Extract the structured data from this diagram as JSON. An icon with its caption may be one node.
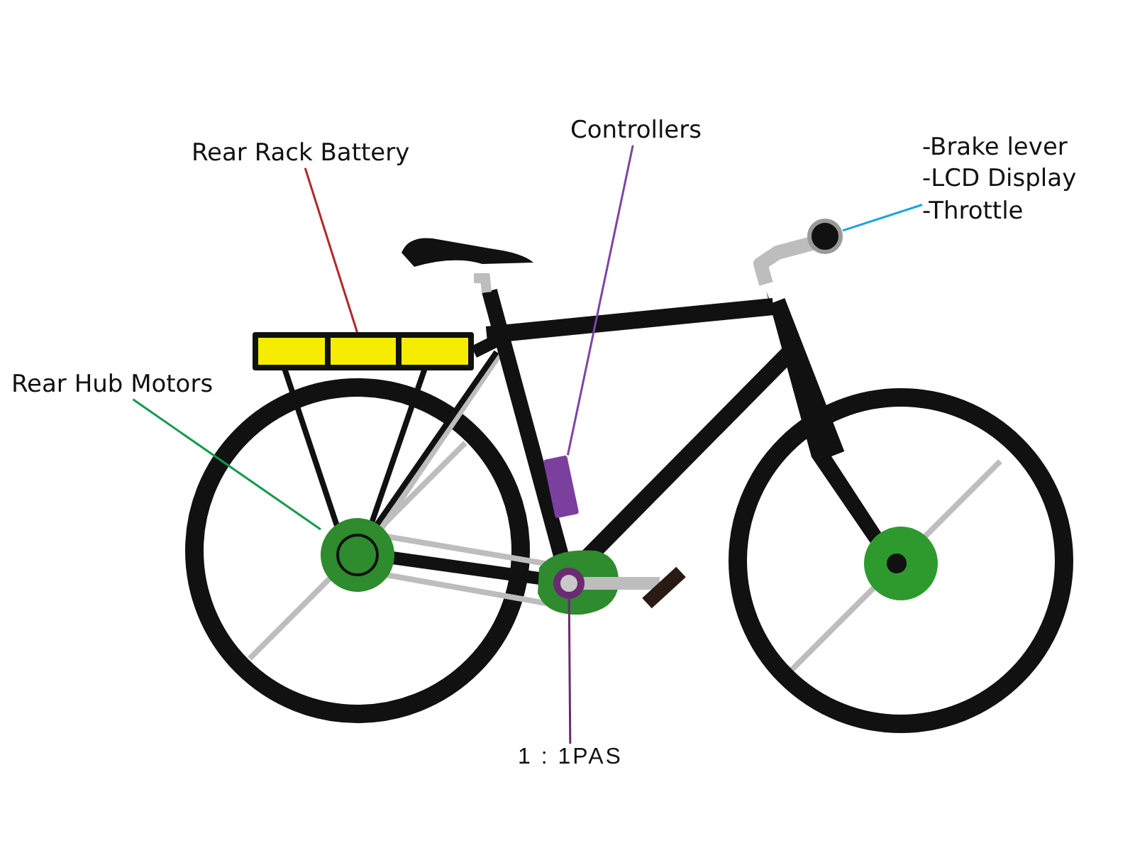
{
  "diagram": {
    "nodes": [
      {
        "text": [
          "Rear Rack Battery"
        ]
      },
      {
        "text": [],
        "shape": "box"
      },
      {
        "text": [
          "Controllers"
        ]
      },
      {
        "text": [],
        "shape": "box"
      },
      {
        "text": [
          "-Brake lever",
          "-LCD Display",
          "-Throttle"
        ]
      },
      {
        "text": [],
        "shape": "circle"
      },
      {
        "text": [
          "Rear Hub Motors"
        ]
      },
      {
        "text": [],
        "shape": "circle"
      },
      {
        "text": [
          "1 : 1PAS"
        ]
      },
      {
        "text": [],
        "shape": "circle"
      }
    ],
    "edges": [
      {
        "from": 0,
        "to": 1,
        "arrow": "none",
        "color": "#b0282c"
      },
      {
        "from": 2,
        "to": 3,
        "arrow": "none",
        "color": "#7d45a3"
      },
      {
        "from": 4,
        "to": 5,
        "arrow": "none",
        "color": "#1aa3e0"
      },
      {
        "from": 6,
        "to": 7,
        "arrow": "none",
        "color": "#149a4c"
      },
      {
        "from": 8,
        "to": 9,
        "arrow": "none",
        "color": "#6b2a72"
      }
    ]
  }
}
